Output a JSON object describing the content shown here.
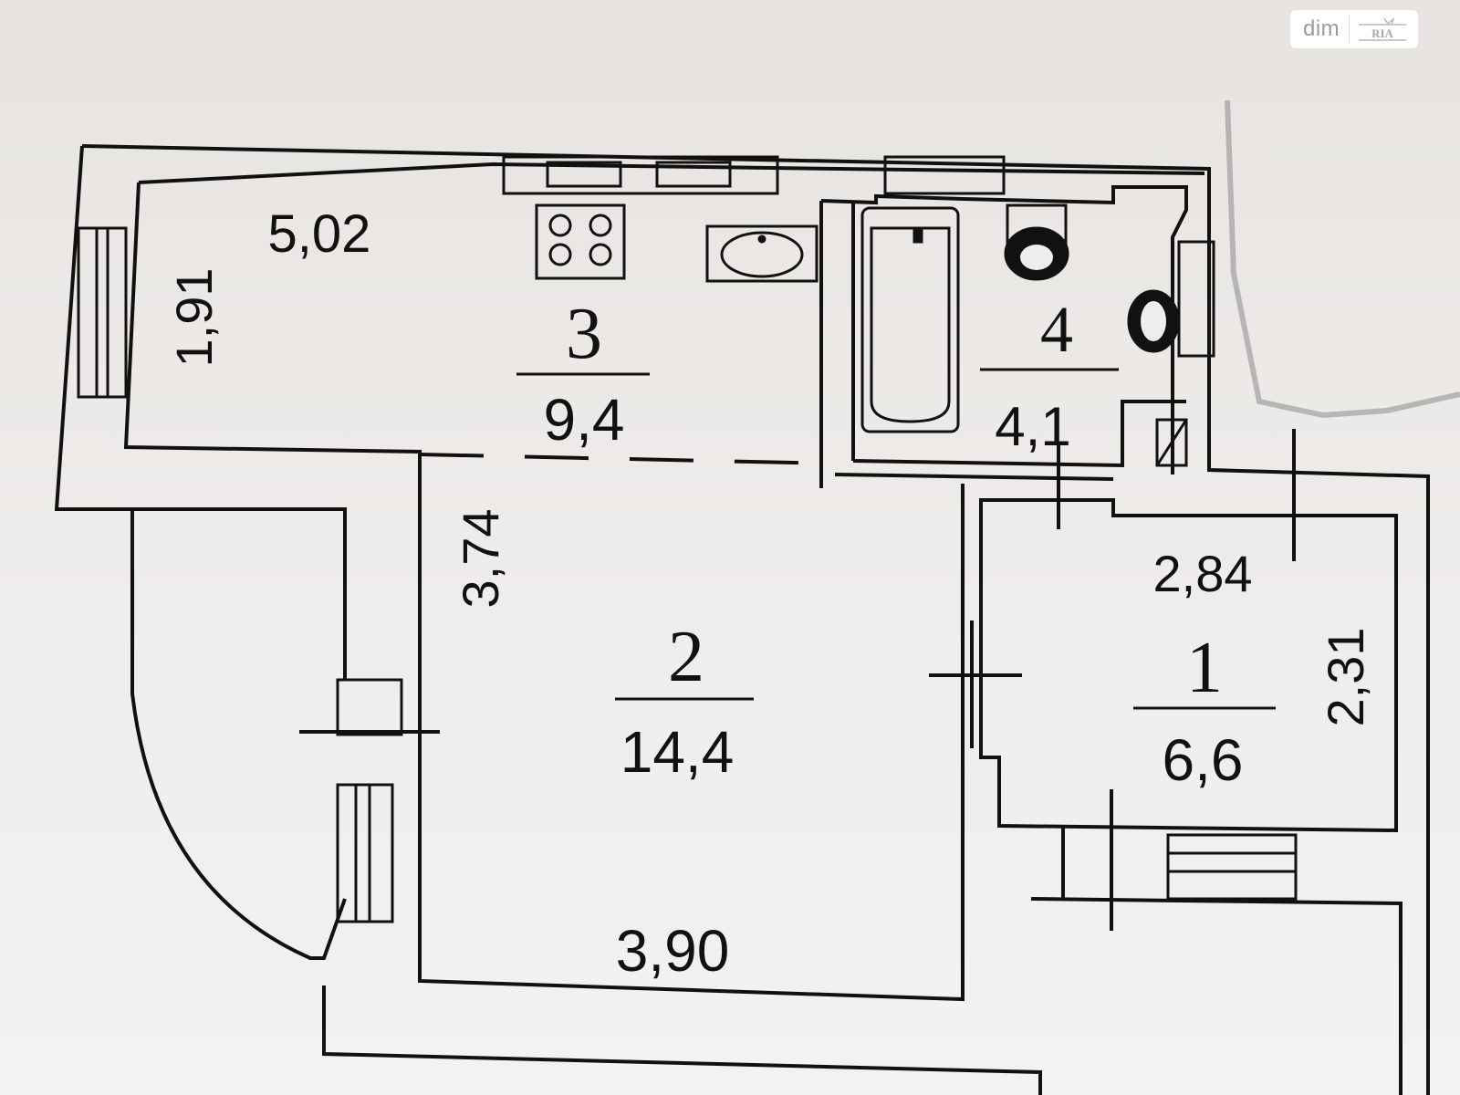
{
  "watermark": {
    "text": "dim",
    "logo_text": "RIA"
  },
  "rooms": [
    {
      "number": "1",
      "area": "6,6"
    },
    {
      "number": "2",
      "area": "14,4"
    },
    {
      "number": "3",
      "area": "9,4"
    },
    {
      "number": "4",
      "area": "4,1"
    }
  ],
  "dimensions": {
    "kitchen_length": "5,02",
    "kitchen_width": "1,91",
    "living_depth": "3,74",
    "living_width": "3,90",
    "hall_length": "2,84",
    "hall_width": "2,31"
  },
  "colors": {
    "paper": "#efedeb",
    "ink": "#111111"
  }
}
